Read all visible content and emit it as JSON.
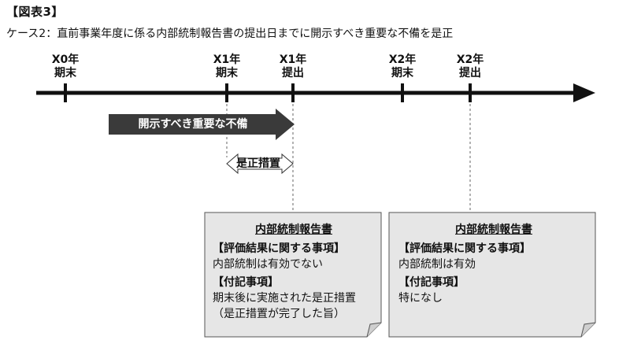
{
  "figure": {
    "title": "【図表3】",
    "subtitle": "ケース2：直前事業年度に係る内部統制報告書の提出日までに開示すべき重要な不備を是正"
  },
  "timeline": {
    "ticks": [
      {
        "year": "X0年",
        "label": "期末"
      },
      {
        "year": "X1年",
        "label": "期末"
      },
      {
        "year": "X1年",
        "label": "提出"
      },
      {
        "year": "X2年",
        "label": "期末"
      },
      {
        "year": "X2年",
        "label": "提出"
      }
    ]
  },
  "deficiency_arrow": {
    "label": "開示すべき重要な不備"
  },
  "remediation_arrow": {
    "label": "是正措置"
  },
  "reports": [
    {
      "title": "内部統制報告書",
      "eval_header": "【評価結果に関する事項】",
      "eval_text": "内部統制は有効でない",
      "notes_header": "【付記事項】",
      "notes_lines": [
        "期末後に実施された是正措置",
        "（是正措置が完了した旨）"
      ]
    },
    {
      "title": "内部統制報告書",
      "eval_header": "【評価結果に関する事項】",
      "eval_text": "内部統制は有効",
      "notes_header": "【付記事項】",
      "notes_lines": [
        "特になし"
      ]
    }
  ],
  "colors": {
    "timeline": "#111111",
    "deficiency_arrow_fill": "#3a3a3a",
    "report_fill": "#e6e6e6",
    "report_border": "#555555",
    "dashed_line": "#666666"
  }
}
